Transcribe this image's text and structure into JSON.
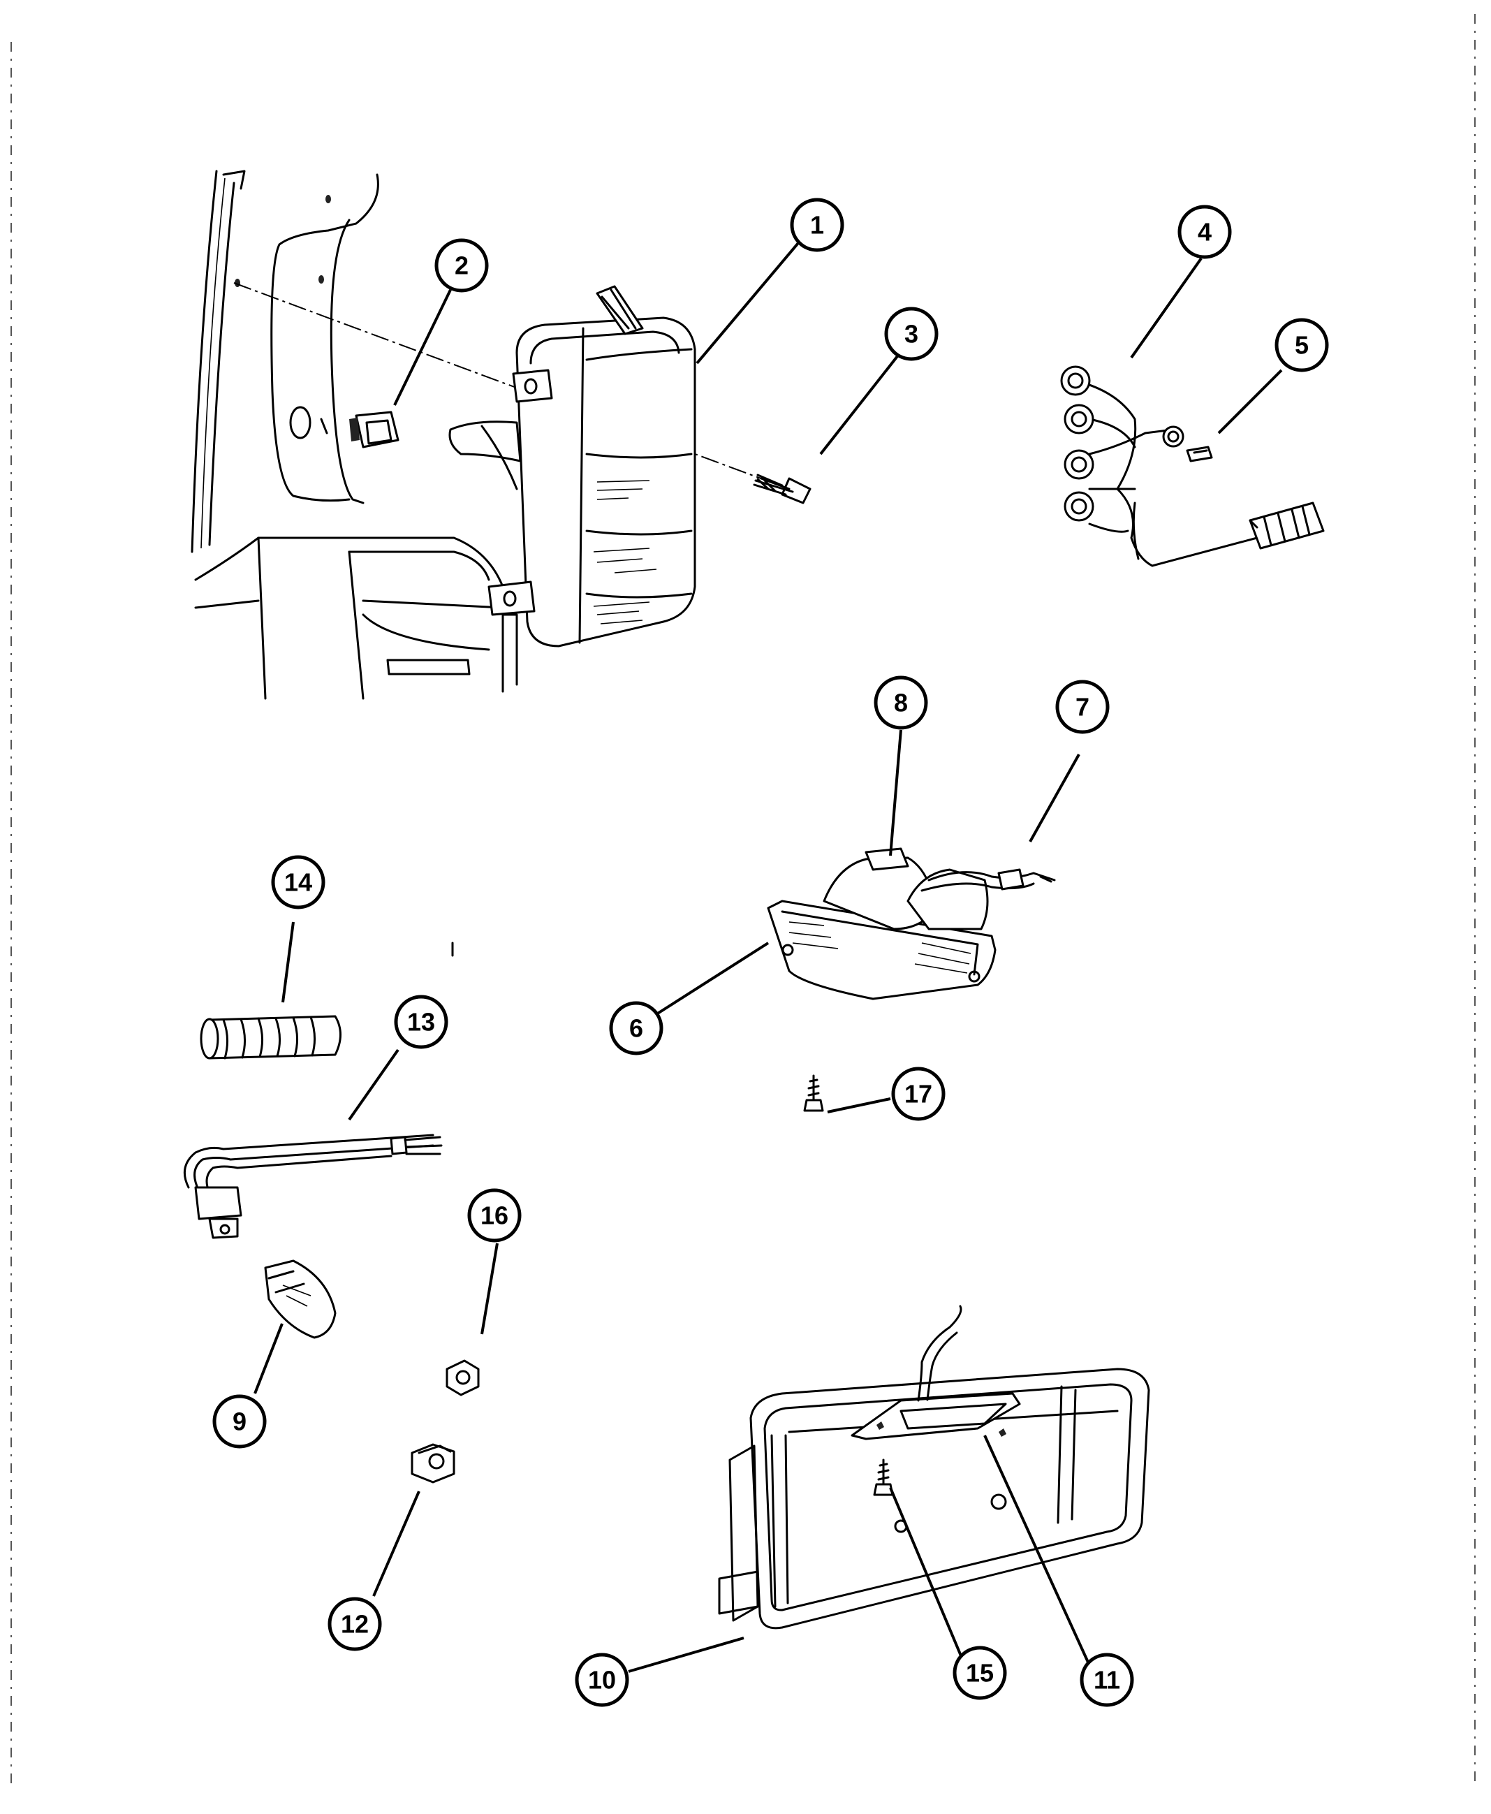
{
  "diagram": {
    "callouts": [
      {
        "id": "1",
        "label": "1"
      },
      {
        "id": "2",
        "label": "2"
      },
      {
        "id": "3",
        "label": "3"
      },
      {
        "id": "4",
        "label": "4"
      },
      {
        "id": "5",
        "label": "5"
      },
      {
        "id": "6",
        "label": "6"
      },
      {
        "id": "7",
        "label": "7"
      },
      {
        "id": "8",
        "label": "8"
      },
      {
        "id": "9",
        "label": "9"
      },
      {
        "id": "10",
        "label": "10"
      },
      {
        "id": "11",
        "label": "11"
      },
      {
        "id": "12",
        "label": "12"
      },
      {
        "id": "13",
        "label": "13"
      },
      {
        "id": "14",
        "label": "14"
      },
      {
        "id": "15",
        "label": "15"
      },
      {
        "id": "16",
        "label": "16"
      },
      {
        "id": "17",
        "label": "17"
      }
    ]
  },
  "colors": {
    "ink": "#000000",
    "paper": "#ffffff"
  }
}
